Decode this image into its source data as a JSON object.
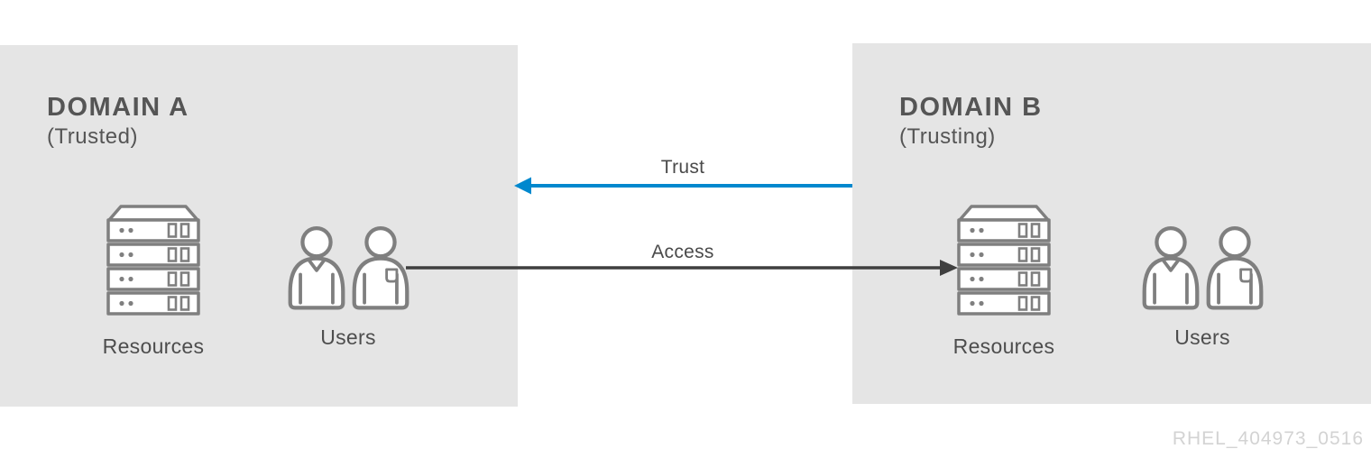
{
  "domain_a": {
    "title": "DOMAIN A",
    "subtitle": "(Trusted)",
    "resources_label": "Resources",
    "users_label": "Users"
  },
  "domain_b": {
    "title": "DOMAIN B",
    "subtitle": "(Trusting)",
    "resources_label": "Resources",
    "users_label": "Users"
  },
  "arrows": {
    "trust": {
      "label": "Trust",
      "direction": "left",
      "from": "DOMAIN B",
      "to": "DOMAIN A",
      "color": "#0088ce"
    },
    "access": {
      "label": "Access",
      "direction": "right",
      "from": "DOMAIN A",
      "to": "DOMAIN B",
      "color": "#3f3f3f"
    }
  },
  "watermark": "RHEL_404973_0516",
  "colors": {
    "box_fill": "#e5e5e5",
    "title_text": "#555555",
    "label_text": "#4d4d4d",
    "icon_stroke": "#7f7f7f",
    "trust_blue": "#0088ce",
    "access_dark": "#3f3f3f",
    "watermark_gray": "#d3d3d3"
  },
  "icons": {
    "resources": "server-stack-icon",
    "users": "user-pair-icon"
  }
}
